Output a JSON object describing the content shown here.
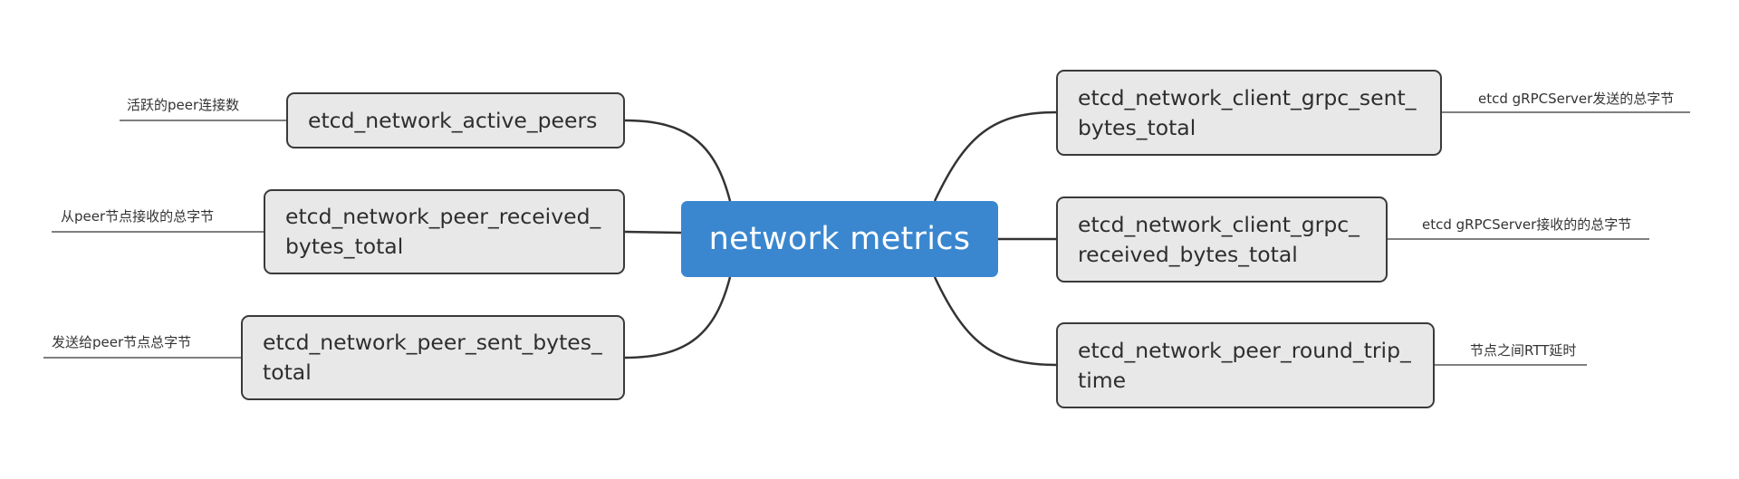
{
  "center": {
    "label": "network metrics"
  },
  "left_topics": [
    {
      "label": "etcd_network_active_peers",
      "note": "活跃的peer连接数"
    },
    {
      "label": "etcd_network_peer_received_\nbytes_total",
      "note": "从peer节点接收的总字节"
    },
    {
      "label": "etcd_network_peer_sent_bytes_\ntotal",
      "note": "发送给peer节点总字节"
    }
  ],
  "right_topics": [
    {
      "label": "etcd_network_client_grpc_sent_\nbytes_total",
      "note": "etcd gRPCServer发送的总字节"
    },
    {
      "label": "etcd_network_client_grpc_\nreceived_bytes_total",
      "note": "etcd gRPCServer接收的的总字节"
    },
    {
      "label": "etcd_network_peer_round_trip_\ntime",
      "note": "节点之间RTT延时"
    }
  ],
  "colors": {
    "center_fill": "#3a87d0",
    "topic_fill": "#e8e8e8",
    "topic_border": "#3a3a3a",
    "connector": "#333333"
  }
}
